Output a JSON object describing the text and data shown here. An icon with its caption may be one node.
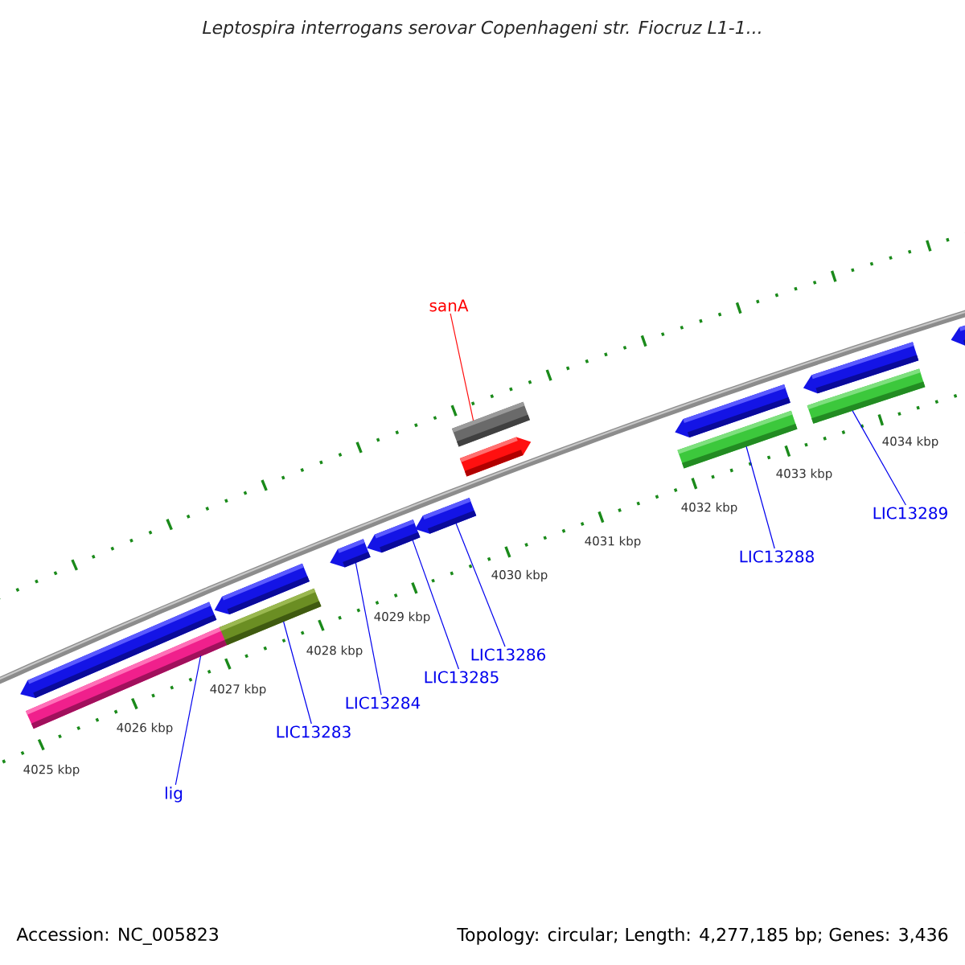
{
  "diagram": {
    "title": "Leptospira interrogans serovar Copenhageni str. Fiocruz L1-1...",
    "nodes": [
      {
        "text": [
          "sanA"
        ]
      },
      {
        "text": [],
        "shape": "bar"
      },
      {
        "text": [
          "LIC13288"
        ]
      },
      {
        "text": [],
        "shape": "bar"
      },
      {
        "text": [
          "LIC13289"
        ]
      },
      {
        "text": [],
        "shape": "bar"
      },
      {
        "text": [
          "LIC13286"
        ]
      },
      {
        "text": [],
        "shape": "pentagon"
      },
      {
        "text": [
          "LIC13285"
        ]
      },
      {
        "text": [],
        "shape": "pentagon"
      },
      {
        "text": [
          "LIC13284"
        ]
      },
      {
        "text": [],
        "shape": "pentagon"
      },
      {
        "text": [
          "LIC13283"
        ]
      },
      {
        "text": [],
        "shape": "bar"
      },
      {
        "text": [
          "lig"
        ]
      },
      {
        "text": [],
        "shape": "bar"
      }
    ],
    "edges": [
      {
        "from": 0,
        "to": 1,
        "arrow": "none",
        "color": "#ff0000"
      },
      {
        "from": 2,
        "to": 3,
        "arrow": "none"
      },
      {
        "from": 4,
        "to": 5,
        "arrow": "none"
      },
      {
        "from": 6,
        "to": 7,
        "arrow": "none"
      },
      {
        "from": 8,
        "to": 9,
        "arrow": "none"
      },
      {
        "from": 10,
        "to": 11,
        "arrow": "none"
      },
      {
        "from": 12,
        "to": 13,
        "arrow": "none"
      },
      {
        "from": 14,
        "to": 15,
        "arrow": "none"
      }
    ],
    "labels": [
      "4025 kbp",
      "4026 kbp",
      "4027 kbp",
      "4028 kbp",
      "4029 kbp",
      "4030 kbp",
      "4031 kbp",
      "4032 kbp",
      "4033 kbp",
      "4034 kbp",
      "Accession: NC_005823",
      "Topology: circular; Length: 4,277,185 bp; Genes: 3,436"
    ]
  }
}
